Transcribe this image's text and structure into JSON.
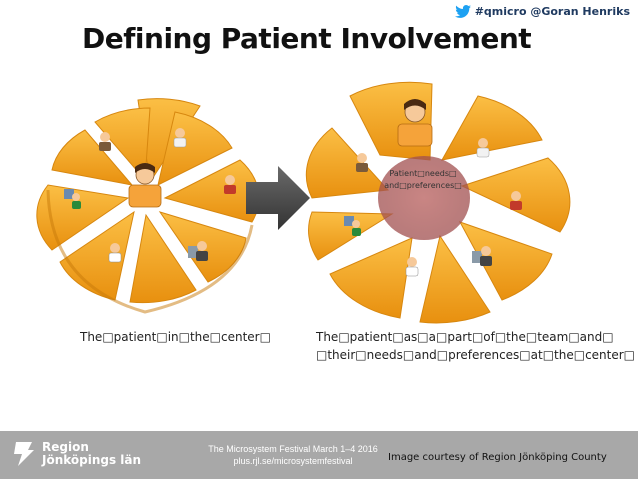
{
  "header": {
    "twitter_handle": "#qmicro @Goran Henriks",
    "title": "Defining Patient Involvement"
  },
  "diagram": {
    "left_caption": "The□patient□in□the□center□",
    "right_caption_line1": "The□patient□as□a□part□of□the□team□and□",
    "right_caption_line2": "□their□needs□and□preferences□at□the□center□",
    "overlay_line1": "Patient□needs□",
    "overlay_line2": "and□preferences□",
    "colors": {
      "pie": "#f3a21f",
      "pie_dark": "#d98a10",
      "arrow": "#4a4a4a",
      "overlay": "#b05a5a"
    }
  },
  "footer": {
    "logo_line1": "Region",
    "logo_line2": "Jönköpings län",
    "event_line1": "The Microsystem Festival March 1–4 2016",
    "event_line2": "plus.rjl.se/microsystemfestival",
    "courtesy": "Image courtesy of Region Jönköping County"
  }
}
